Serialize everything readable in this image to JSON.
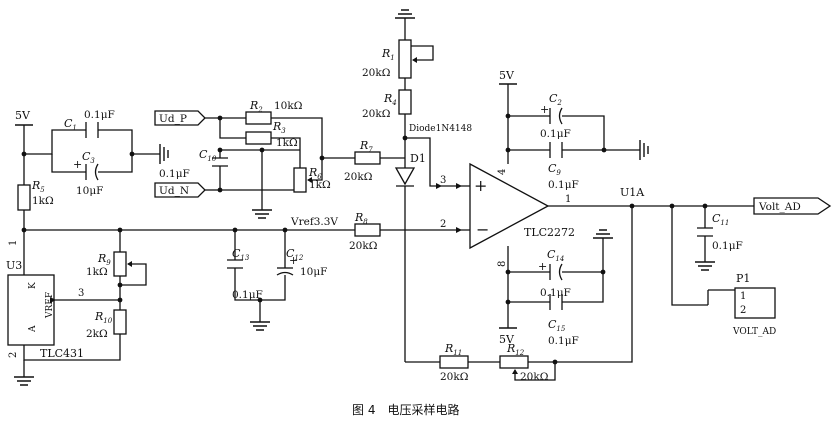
{
  "caption": "图 4　电压采样电路",
  "supply": {
    "plus5v": "5V"
  },
  "nets": {
    "ud_p": "Ud_P",
    "ud_n": "Ud_N",
    "vref": "Vref3.3V",
    "volt_ad": "Volt_AD"
  },
  "opamp": {
    "part": "TLC2272",
    "instance": "U1A",
    "pin_plus_in": "3",
    "pin_minus_in": "2",
    "pin_out": "1",
    "pin_vcc": "4",
    "pin_gnd": "8",
    "plus_sign": "+",
    "minus_sign": "−"
  },
  "u3": {
    "ref": "U3",
    "part": "TLC431",
    "pin_k": "K",
    "pin_a": "A",
    "pin_vref": "VREF",
    "pin1": "1",
    "pin2": "2",
    "pin3": "3"
  },
  "diode": {
    "ref": "D1",
    "part": "Diode1N4148"
  },
  "connector": {
    "ref": "P1",
    "name": "VOLT_AD",
    "pin1": "1",
    "pin2": "2"
  },
  "resistors": [
    {
      "letter": "R",
      "num": "1",
      "value": "20kΩ"
    },
    {
      "letter": "R",
      "num": "2",
      "value": "10kΩ"
    },
    {
      "letter": "R",
      "num": "3",
      "value": "1kΩ"
    },
    {
      "letter": "R",
      "num": "4",
      "value": "20kΩ"
    },
    {
      "letter": "R",
      "num": "5",
      "value": "1kΩ"
    },
    {
      "letter": "R",
      "num": "6",
      "value": "1kΩ"
    },
    {
      "letter": "R",
      "num": "7",
      "value": "20kΩ"
    },
    {
      "letter": "R",
      "num": "8",
      "value": "20kΩ"
    },
    {
      "letter": "R",
      "num": "9",
      "value": "1kΩ"
    },
    {
      "letter": "R",
      "num": "10",
      "value": "2kΩ"
    },
    {
      "letter": "R",
      "num": "11",
      "value": "20kΩ"
    },
    {
      "letter": "R",
      "num": "12",
      "value": "20kΩ"
    }
  ],
  "capacitors": [
    {
      "letter": "C",
      "num": "1",
      "value": "0.1μF"
    },
    {
      "letter": "C",
      "num": "2",
      "value": "0.1μF"
    },
    {
      "letter": "C",
      "num": "3",
      "value": "10μF"
    },
    {
      "letter": "C",
      "num": "9",
      "value": "0.1μF"
    },
    {
      "letter": "C",
      "num": "10",
      "value": "0.1μF"
    },
    {
      "letter": "C",
      "num": "11",
      "value": "0.1μF"
    },
    {
      "letter": "C",
      "num": "12",
      "value": "10μF"
    },
    {
      "letter": "C",
      "num": "13",
      "value": "0.1μF"
    },
    {
      "letter": "C",
      "num": "14",
      "value": "0.1μF"
    },
    {
      "letter": "C",
      "num": "15",
      "value": "0.1μF"
    }
  ],
  "polarity": {
    "plus": "+"
  }
}
